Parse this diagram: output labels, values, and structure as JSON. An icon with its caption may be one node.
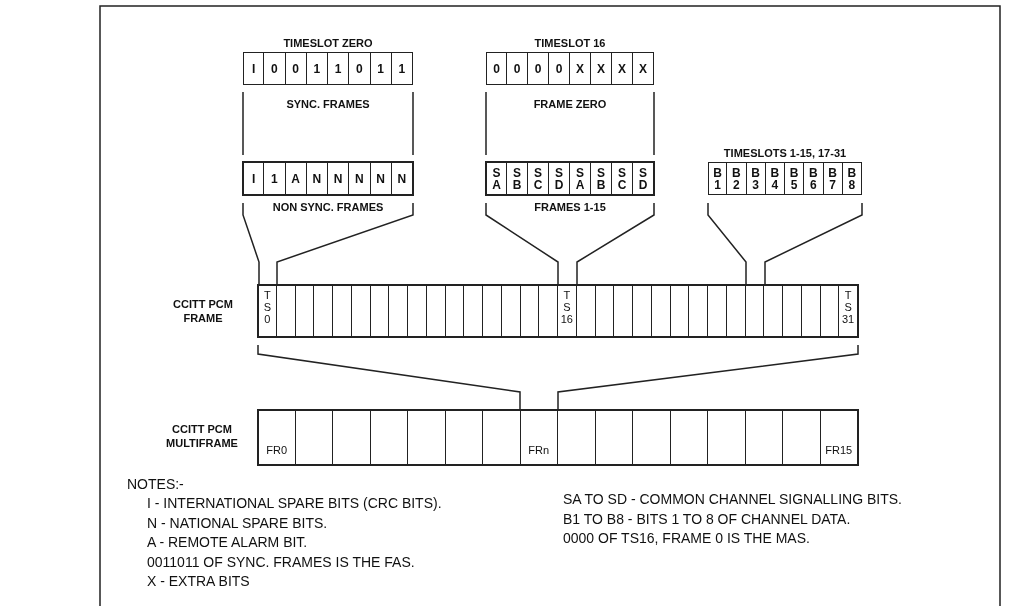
{
  "diagram": {
    "nodes": [
      {
        "text": [
          "TIMESLOT ZERO"
        ],
        "beside": [
          "SYNC. FRAMES"
        ]
      },
      {
        "text": [
          "I"
        ],
        "in": 0
      },
      {
        "text": [
          "0"
        ],
        "in": 0
      },
      {
        "text": [
          "0"
        ],
        "in": 0
      },
      {
        "text": [
          "1"
        ],
        "in": 0
      },
      {
        "text": [
          "1"
        ],
        "in": 0
      },
      {
        "text": [
          "0"
        ],
        "in": 0
      },
      {
        "text": [
          "1"
        ],
        "in": 0
      },
      {
        "text": [
          "1"
        ],
        "in": 0
      },
      {
        "text": [],
        "shape": "box",
        "beside": [
          "NON SYNC. FRAMES"
        ]
      },
      {
        "text": [
          "I"
        ],
        "in": 9
      },
      {
        "text": [
          "1"
        ],
        "in": 9
      },
      {
        "text": [
          "A"
        ],
        "in": 9
      },
      {
        "text": [
          "N"
        ],
        "in": 9
      },
      {
        "text": [
          "N"
        ],
        "in": 9
      },
      {
        "text": [
          "N"
        ],
        "in": 9
      },
      {
        "text": [
          "N"
        ],
        "in": 9
      },
      {
        "text": [
          "N"
        ],
        "in": 9
      },
      {
        "text": [
          "TIMESLOT 16"
        ],
        "beside": [
          "FRAME ZERO"
        ]
      },
      {
        "text": [
          "0"
        ],
        "in": 18
      },
      {
        "text": [
          "0"
        ],
        "in": 18
      },
      {
        "text": [
          "0"
        ],
        "in": 18
      },
      {
        "text": [
          "0"
        ],
        "in": 18
      },
      {
        "text": [
          "X"
        ],
        "in": 18
      },
      {
        "text": [
          "X"
        ],
        "in": 18
      },
      {
        "text": [
          "X"
        ],
        "in": 18
      },
      {
        "text": [
          "X"
        ],
        "in": 18
      },
      {
        "text": [],
        "shape": "box",
        "beside": [
          "FRAMES 1-15"
        ]
      },
      {
        "text": [
          "S A"
        ],
        "in": 27
      },
      {
        "text": [
          "S B"
        ],
        "in": 27
      },
      {
        "text": [
          "S C"
        ],
        "in": 27
      },
      {
        "text": [
          "S D"
        ],
        "in": 27
      },
      {
        "text": [
          "S A"
        ],
        "in": 27
      },
      {
        "text": [
          "S B"
        ],
        "in": 27
      },
      {
        "text": [
          "S C"
        ],
        "in": 27
      },
      {
        "text": [
          "S D"
        ],
        "in": 27
      },
      {
        "text": [
          "TIMESLOTS 1-15, 17-31"
        ]
      },
      {
        "text": [
          "B 1"
        ],
        "in": 36
      },
      {
        "text": [
          "B 2"
        ],
        "in": 36
      },
      {
        "text": [
          "B 3"
        ],
        "in": 36
      },
      {
        "text": [
          "B 4"
        ],
        "in": 36
      },
      {
        "text": [
          "B 5"
        ],
        "in": 36
      },
      {
        "text": [
          "B 6"
        ],
        "in": 36
      },
      {
        "text": [
          "B 7"
        ],
        "in": 36
      },
      {
        "text": [
          "B 8"
        ],
        "in": 36
      },
      {
        "text": [],
        "shape": "box",
        "beside": [
          "CCITT PCM FRAME"
        ]
      },
      {
        "text": [
          "T S 0"
        ],
        "in": 45
      },
      {
        "text": [],
        "shape": "box",
        "in": 45
      },
      {
        "text": [],
        "shape": "box",
        "in": 45
      },
      {
        "text": [],
        "shape": "box",
        "in": 45
      },
      {
        "text": [],
        "shape": "box",
        "in": 45
      },
      {
        "text": [],
        "shape": "box",
        "in": 45
      },
      {
        "text": [],
        "shape": "box",
        "in": 45
      },
      {
        "text": [],
        "shape": "box",
        "in": 45
      },
      {
        "text": [],
        "shape": "box",
        "in": 45
      },
      {
        "text": [],
        "shape": "box",
        "in": 45
      },
      {
        "text": [],
        "shape": "box",
        "in": 45
      },
      {
        "text": [],
        "shape": "box",
        "in": 45
      },
      {
        "text": [],
        "shape": "box",
        "in": 45
      },
      {
        "text": [],
        "shape": "box",
        "in": 45
      },
      {
        "text": [],
        "shape": "box",
        "in": 45
      },
      {
        "text": [],
        "shape": "box",
        "in": 45
      },
      {
        "text": [
          "T S 16"
        ],
        "in": 45
      },
      {
        "text": [],
        "shape": "box",
        "in": 45
      },
      {
        "text": [],
        "shape": "box",
        "in": 45
      },
      {
        "text": [],
        "shape": "box",
        "in": 45
      },
      {
        "text": [],
        "shape": "box",
        "in": 45
      },
      {
        "text": [],
        "shape": "box",
        "in": 45
      },
      {
        "text": [],
        "shape": "box",
        "in": 45
      },
      {
        "text": [],
        "shape": "box",
        "in": 45
      },
      {
        "text": [],
        "shape": "box",
        "in": 45
      },
      {
        "text": [],
        "shape": "box",
        "in": 45
      },
      {
        "text": [],
        "shape": "box",
        "in": 45
      },
      {
        "text": [],
        "shape": "box",
        "in": 45
      },
      {
        "text": [],
        "shape": "box",
        "in": 45
      },
      {
        "text": [],
        "shape": "box",
        "in": 45
      },
      {
        "text": [],
        "shape": "box",
        "in": 45
      },
      {
        "text": [
          "T S 31"
        ],
        "in": 45
      },
      {
        "text": [],
        "shape": "box",
        "beside": [
          "CCITT PCM MULTIFRAME"
        ]
      },
      {
        "text": [
          "FR0"
        ],
        "in": 78
      },
      {
        "text": [],
        "shape": "box",
        "in": 78
      },
      {
        "text": [],
        "shape": "box",
        "in": 78
      },
      {
        "text": [],
        "shape": "box",
        "in": 78
      },
      {
        "text": [],
        "shape": "box",
        "in": 78
      },
      {
        "text": [],
        "shape": "box",
        "in": 78
      },
      {
        "text": [],
        "shape": "box",
        "in": 78
      },
      {
        "text": [
          "FRn"
        ],
        "in": 78
      },
      {
        "text": [],
        "shape": "box",
        "in": 78
      },
      {
        "text": [],
        "shape": "box",
        "in": 78
      },
      {
        "text": [],
        "shape": "box",
        "in": 78
      },
      {
        "text": [],
        "shape": "box",
        "in": 78
      },
      {
        "text": [],
        "shape": "box",
        "in": 78
      },
      {
        "text": [],
        "shape": "box",
        "in": 78
      },
      {
        "text": [],
        "shape": "box",
        "in": 78
      },
      {
        "text": [
          "FR15"
        ],
        "in": 78
      }
    ],
    "labels": [
      "NOTES:-",
      "I - INTERNATIONAL SPARE BITS (CRC BITS).",
      "N - NATIONAL SPARE BITS.",
      "A - REMOTE ALARM BIT.",
      "0011011 OF SYNC. FRAMES IS THE FAS.",
      "X - EXTRA BITS",
      "SA TO SD - COMMON CHANNEL SIGNALLING BITS.",
      "B1 TO B8 - BITS 1 TO 8 OF CHANNEL DATA.",
      "0000 OF TS16, FRAME 0 IS THE MAS."
    ]
  }
}
